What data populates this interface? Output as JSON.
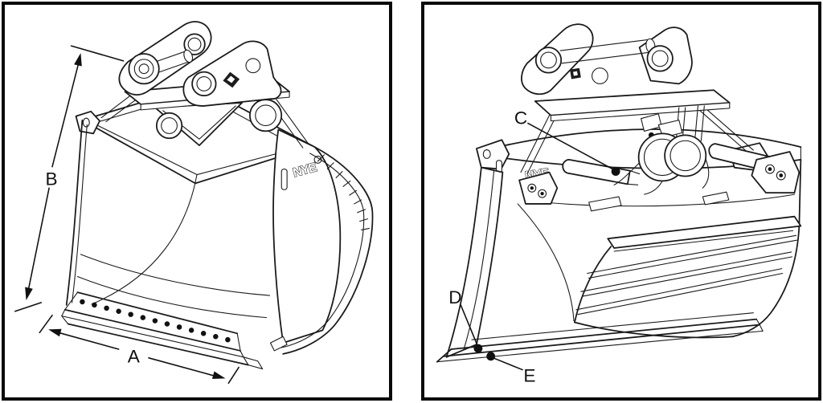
{
  "figure": {
    "background_color": "#ffffff",
    "panel_border_color": "#000000",
    "line_color": "#1a1a1a"
  },
  "left_panel": {
    "labels": {
      "a": "A",
      "b": "B"
    },
    "logo": "NYE"
  },
  "right_panel": {
    "labels": {
      "c": "C",
      "d": "D",
      "e": "E"
    },
    "logo": "NYE"
  }
}
